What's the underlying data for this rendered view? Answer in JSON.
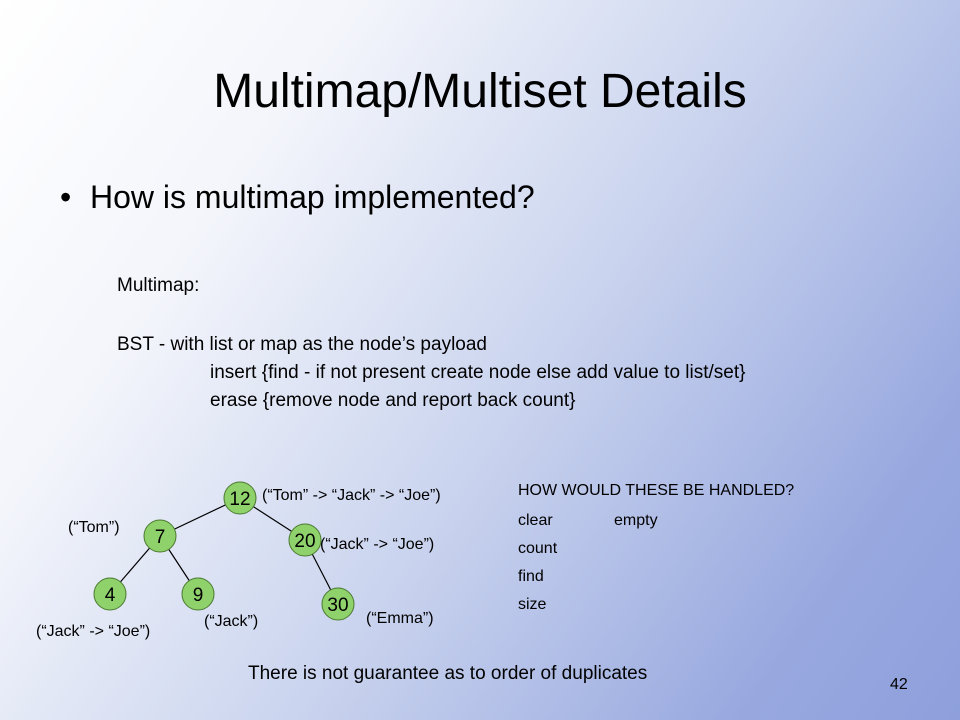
{
  "slide": {
    "title": "Multimap/Multiset Details",
    "bullet_symbol": "•",
    "bullet_text": "How is multimap implemented?",
    "multimap_heading": "Multimap:",
    "bst_line": "BST - with list or map as the node’s payload",
    "insert_line": "insert  {find - if not present create node else add value to list/set}",
    "erase_line": "erase {remove node and report back count}",
    "question_heading": "HOW WOULD THESE BE HANDLED?",
    "ops": [
      "clear",
      "empty",
      "count",
      "find",
      "size"
    ],
    "footer_note": "There is not guarantee as to order of duplicates",
    "page_number": "42"
  },
  "tree": {
    "node_fill": "#8fd16b",
    "node_stroke": "#4a7a30",
    "nodes": [
      {
        "key": "12",
        "payload": "(“Tom” -> “Jack” -> “Joe”)"
      },
      {
        "key": "7",
        "payload": "(“Tom”)"
      },
      {
        "key": "20",
        "payload": "(“Jack” -> “Joe”)"
      },
      {
        "key": "4",
        "payload": "(“Jack” -> “Joe”)"
      },
      {
        "key": "9",
        "payload": "(“Jack”)"
      },
      {
        "key": "30",
        "payload": "(“Emma”)"
      }
    ]
  }
}
